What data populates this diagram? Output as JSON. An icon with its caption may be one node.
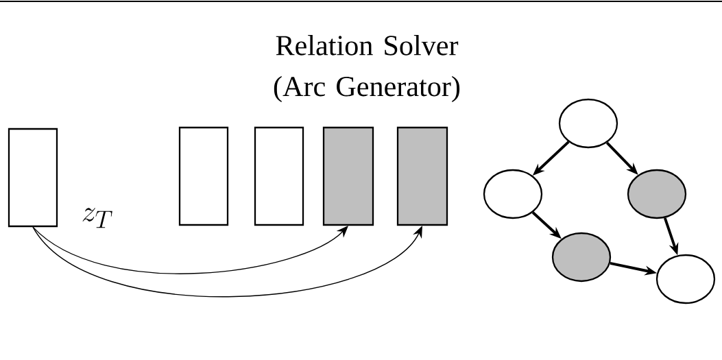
{
  "diagram": {
    "title": "Relation Solver (Arc Generator)",
    "nodes": [
      {
        "text": [],
        "shape": "box"
      },
      {
        "text": [],
        "shape": "box"
      },
      {
        "text": [],
        "shape": "box"
      },
      {
        "text": [],
        "shape": "box"
      },
      {
        "text": [],
        "shape": "box"
      },
      {
        "text": [],
        "shape": "circle"
      },
      {
        "text": [],
        "shape": "circle"
      },
      {
        "text": [],
        "shape": "circle"
      },
      {
        "text": [],
        "shape": "circle"
      },
      {
        "text": [],
        "shape": "circle"
      }
    ],
    "edges": [
      {
        "from": 0,
        "to": 3,
        "arrow": "to"
      },
      {
        "from": 0,
        "to": 4,
        "arrow": "to"
      },
      {
        "from": 5,
        "to": 6,
        "arrow": "to"
      },
      {
        "from": 5,
        "to": 7,
        "arrow": "to"
      },
      {
        "from": 6,
        "to": 8,
        "arrow": "to"
      },
      {
        "from": 7,
        "to": 9,
        "arrow": "to"
      },
      {
        "from": 8,
        "to": 9,
        "arrow": "to"
      }
    ],
    "labels": [
      "z_T"
    ]
  }
}
